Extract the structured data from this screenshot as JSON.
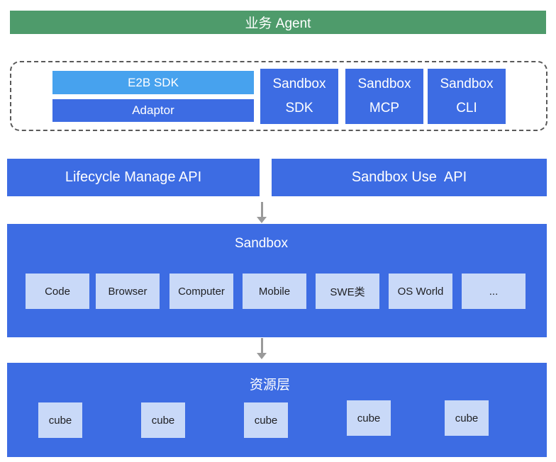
{
  "colors": {
    "agent_green": "#4E9B6B",
    "primary_blue": "#3D6CE3",
    "light_blue": "#47A2EE",
    "pale_blue": "#C9D9F8",
    "arrow_gray": "#9A9A9A",
    "dashed_border": "#595959"
  },
  "agent_bar": {
    "label": "业务 Agent"
  },
  "client_layer": {
    "e2b_sdk": "E2B SDK",
    "adaptor": "Adaptor",
    "tools": [
      {
        "line1": "Sandbox",
        "line2": "SDK"
      },
      {
        "line1": "Sandbox",
        "line2": "MCP"
      },
      {
        "line1": "Sandbox",
        "line2": "CLI"
      }
    ]
  },
  "api_layer": {
    "lifecycle": "Lifecycle Manage API",
    "sandbox_use": "Sandbox Use  API"
  },
  "sandbox_layer": {
    "title": "Sandbox",
    "runtimes": [
      "Code",
      "Browser",
      "Computer",
      "Mobile",
      "SWE类",
      "OS World",
      "..."
    ]
  },
  "resource_layer": {
    "title": "资源层",
    "cubes": [
      "cube",
      "cube",
      "cube",
      "cube",
      "cube"
    ]
  }
}
